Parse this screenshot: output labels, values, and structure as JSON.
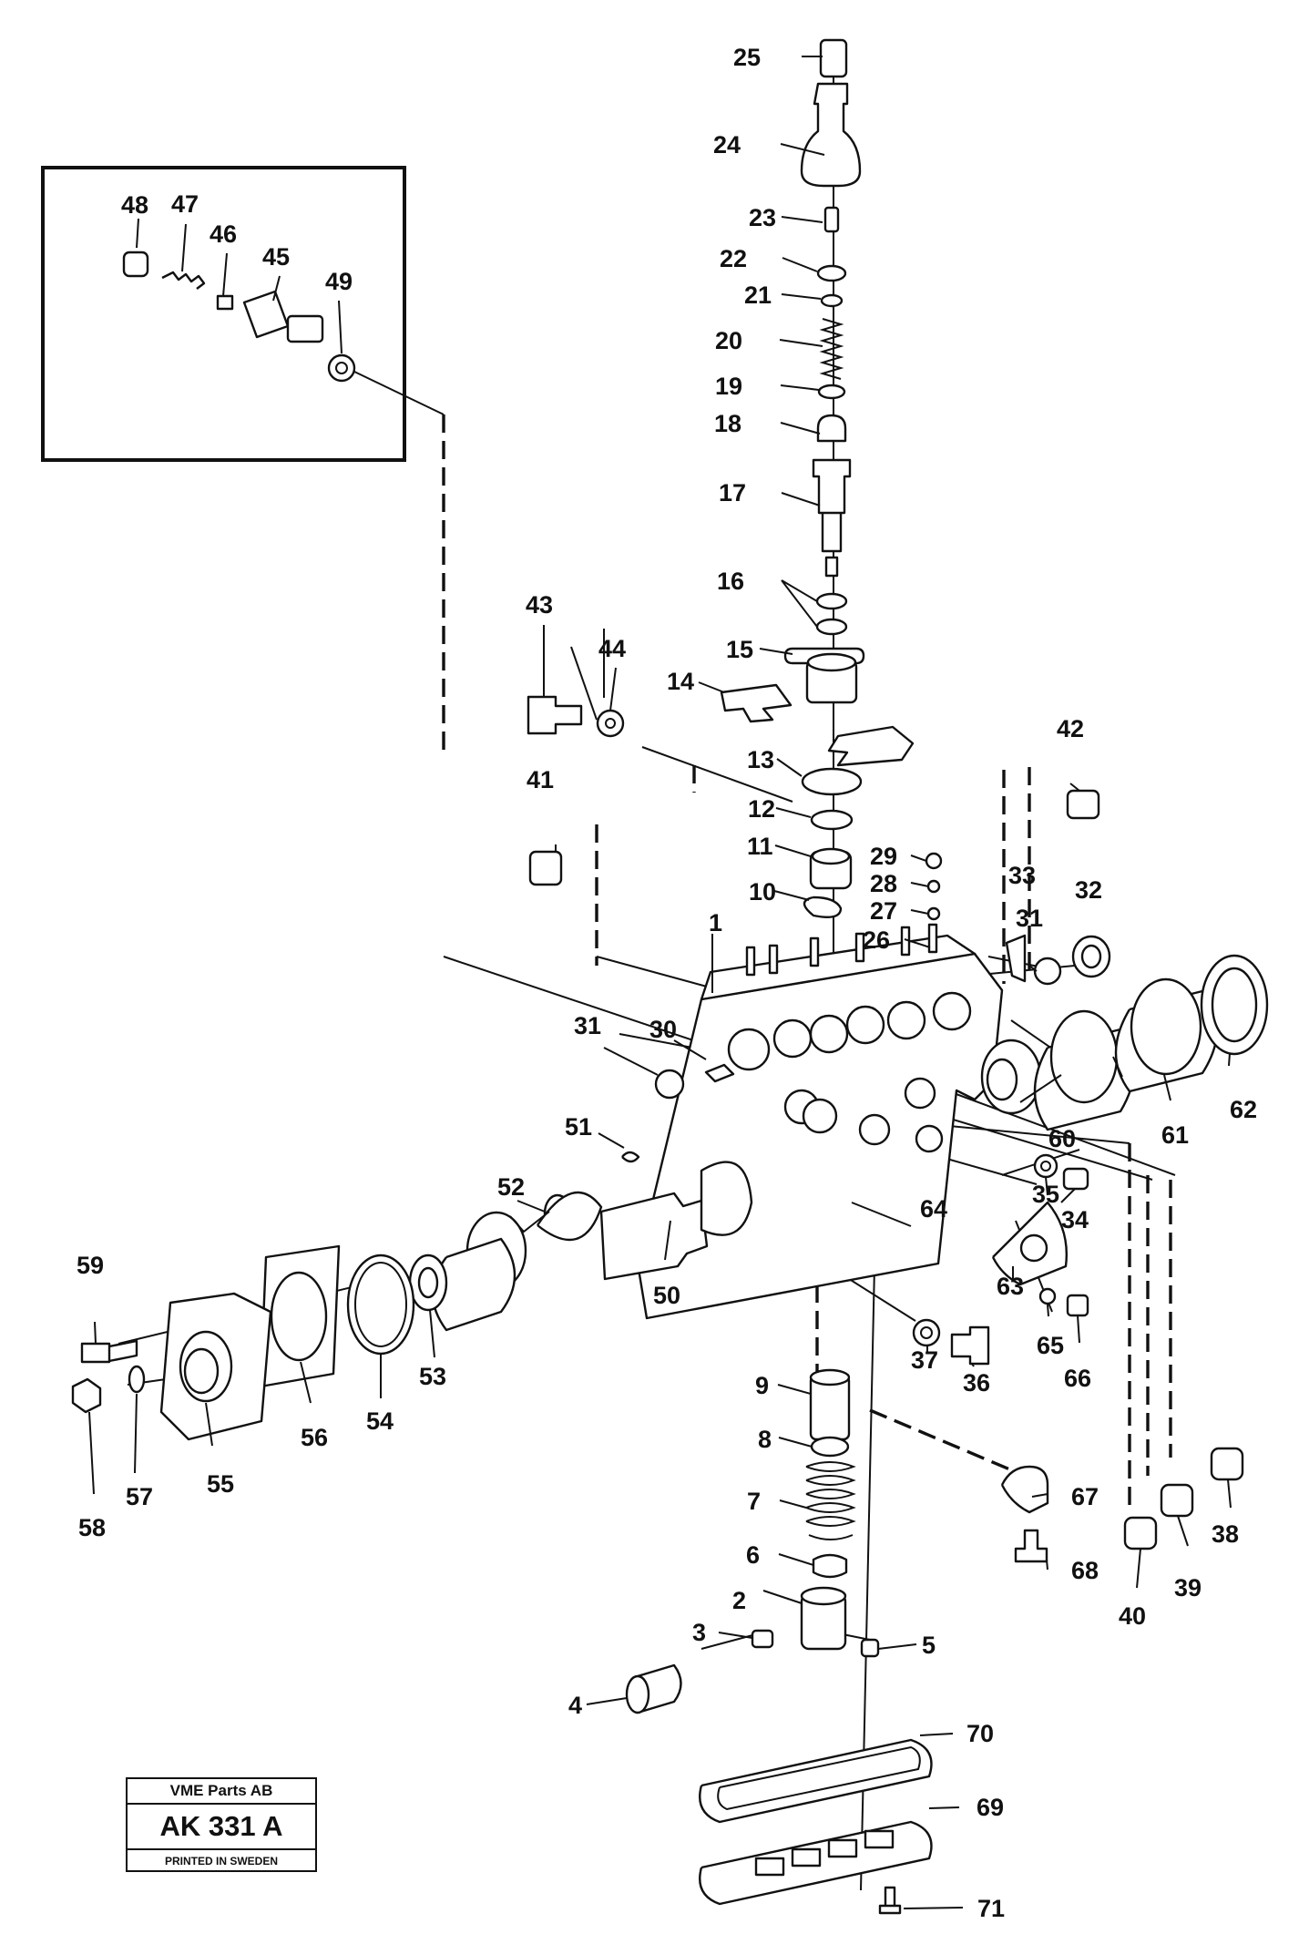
{
  "labels": {
    "l1": "1",
    "l2": "2",
    "l3": "3",
    "l4": "4",
    "l5": "5",
    "l6": "6",
    "l7": "7",
    "l8": "8",
    "l9": "9",
    "l10": "10",
    "l11": "11",
    "l12": "12",
    "l13": "13",
    "l14": "14",
    "l15": "15",
    "l16": "16",
    "l17": "17",
    "l18": "18",
    "l19": "19",
    "l20": "20",
    "l21": "21",
    "l22": "22",
    "l23": "23",
    "l24": "24",
    "l25": "25",
    "l26": "26",
    "l27": "27",
    "l28": "28",
    "l29": "29",
    "l30": "30",
    "l31a": "31",
    "l31b": "31",
    "l32": "32",
    "l33": "33",
    "l34": "34",
    "l35": "35",
    "l36": "36",
    "l37": "37",
    "l38": "38",
    "l39": "39",
    "l40": "40",
    "l41": "41",
    "l42": "42",
    "l43": "43",
    "l44": "44",
    "l45": "45",
    "l46": "46",
    "l47": "47",
    "l48": "48",
    "l49": "49",
    "l50": "50",
    "l51": "51",
    "l52": "52",
    "l53": "53",
    "l54": "54",
    "l55": "55",
    "l56": "56",
    "l57": "57",
    "l58": "58",
    "l59": "59",
    "l60": "60",
    "l61": "61",
    "l62": "62",
    "l63": "63",
    "l64": "64",
    "l65": "65",
    "l66": "66",
    "l67": "67",
    "l68": "68",
    "l69": "69",
    "l70": "70",
    "l71": "71"
  },
  "stamp": {
    "company": "VME Parts AB",
    "code": "AK 331 A",
    "printed": "PRINTED IN SWEDEN"
  }
}
